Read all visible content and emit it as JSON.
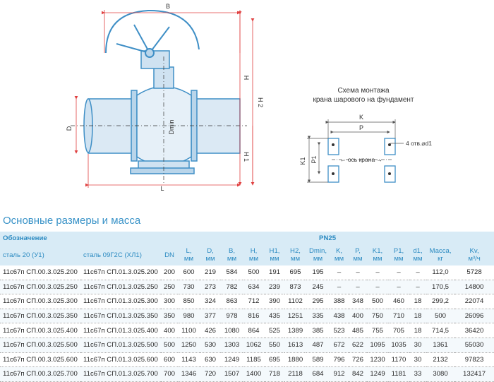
{
  "drawing": {
    "labels": {
      "B": "B",
      "H": "H",
      "H2": "H 2",
      "H1": "H 1",
      "D": "D",
      "Dmin": "Dmin",
      "L": "L"
    }
  },
  "schema": {
    "title_line1": "Схема монтажа",
    "title_line2": "крана шарового на фундамент",
    "labels": {
      "K": "K",
      "P": "P",
      "K1": "K1",
      "P1": "P1",
      "holes": "4 отв.⌀d1",
      "axis": "ось крана"
    }
  },
  "section_title": "Основные размеры и масса",
  "table": {
    "header_designation": "Обозначение",
    "header_pn": "PN25",
    "col_steel20": "сталь 20 (У1)",
    "col_steel09": "сталь 09Г2С (ХЛ1)",
    "columns": [
      {
        "name": "DN",
        "unit": ""
      },
      {
        "name": "L,",
        "unit": "мм"
      },
      {
        "name": "D,",
        "unit": "мм"
      },
      {
        "name": "B,",
        "unit": "мм"
      },
      {
        "name": "H,",
        "unit": "мм"
      },
      {
        "name": "H1,",
        "unit": "мм"
      },
      {
        "name": "H2,",
        "unit": "мм"
      },
      {
        "name": "Dmin,",
        "unit": "мм"
      },
      {
        "name": "K,",
        "unit": "мм"
      },
      {
        "name": "P,",
        "unit": "мм"
      },
      {
        "name": "K1,",
        "unit": "мм"
      },
      {
        "name": "P1,",
        "unit": "мм"
      },
      {
        "name": "d1,",
        "unit": "мм"
      },
      {
        "name": "Масса,",
        "unit": "кг"
      },
      {
        "name": "Kv,",
        "unit": "м³/ч"
      }
    ],
    "rows": [
      [
        "11с67п СП.00.3.025.200",
        "11с67п СП.01.3.025.200",
        "200",
        "600",
        "219",
        "584",
        "500",
        "191",
        "695",
        "195",
        "–",
        "–",
        "–",
        "–",
        "–",
        "112,0",
        "5728"
      ],
      [
        "11с67п СП.00.3.025.250",
        "11с67п СП.01.3.025.250",
        "250",
        "730",
        "273",
        "782",
        "634",
        "239",
        "873",
        "245",
        "–",
        "–",
        "–",
        "–",
        "–",
        "170,5",
        "14800"
      ],
      [
        "11с67п СП.00.3.025.300",
        "11с67п СП.01.3.025.300",
        "300",
        "850",
        "324",
        "863",
        "712",
        "390",
        "1102",
        "295",
        "388",
        "348",
        "500",
        "460",
        "18",
        "299,2",
        "22074"
      ],
      [
        "11с67п СП.00.3.025.350",
        "11с67п СП.01.3.025.350",
        "350",
        "980",
        "377",
        "978",
        "816",
        "435",
        "1251",
        "335",
        "438",
        "400",
        "750",
        "710",
        "18",
        "500",
        "26096"
      ],
      [
        "11с67п СП.00.3.025.400",
        "11с67п СП.01.3.025.400",
        "400",
        "1100",
        "426",
        "1080",
        "864",
        "525",
        "1389",
        "385",
        "523",
        "485",
        "755",
        "705",
        "18",
        "714,5",
        "36420"
      ],
      [
        "11с67п СП.00.3.025.500",
        "11с67п СП.01.3.025.500",
        "500",
        "1250",
        "530",
        "1303",
        "1062",
        "550",
        "1613",
        "487",
        "672",
        "622",
        "1095",
        "1035",
        "30",
        "1361",
        "55030"
      ],
      [
        "11с67п СП.00.3.025.600",
        "11с67п СП.01.3.025.600",
        "600",
        "1143",
        "630",
        "1249",
        "1185",
        "695",
        "1880",
        "589",
        "796",
        "726",
        "1230",
        "1170",
        "30",
        "2132",
        "97823"
      ],
      [
        "11с67п СП.00.3.025.700",
        "11с67п СП.01.3.025.700",
        "700",
        "1346",
        "720",
        "1507",
        "1400",
        "718",
        "2118",
        "684",
        "912",
        "842",
        "1249",
        "1181",
        "33",
        "3080",
        "132417"
      ]
    ]
  },
  "colors": {
    "accent": "#3a93c8",
    "header_bg": "#d8ebf6",
    "pipe": "#3f8fc6",
    "dimension": "#e04040"
  }
}
